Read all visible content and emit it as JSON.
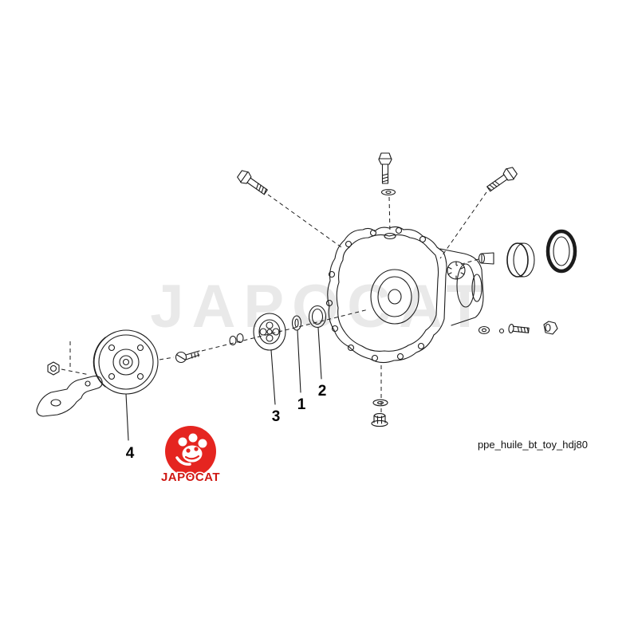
{
  "canvas": {
    "background": "#ffffff"
  },
  "watermark": {
    "text": "JAPOCAT",
    "color": "#e9e9e9"
  },
  "brand": {
    "logo_text": "JAPOCAT",
    "circle_color": "#e52520",
    "text_color": "#cf1712"
  },
  "caption": {
    "text": "ppe_huile_bt_toy_hdj80"
  },
  "callouts": [
    {
      "label": "1"
    },
    {
      "label": "2"
    },
    {
      "label": "3"
    },
    {
      "label": "4"
    }
  ]
}
